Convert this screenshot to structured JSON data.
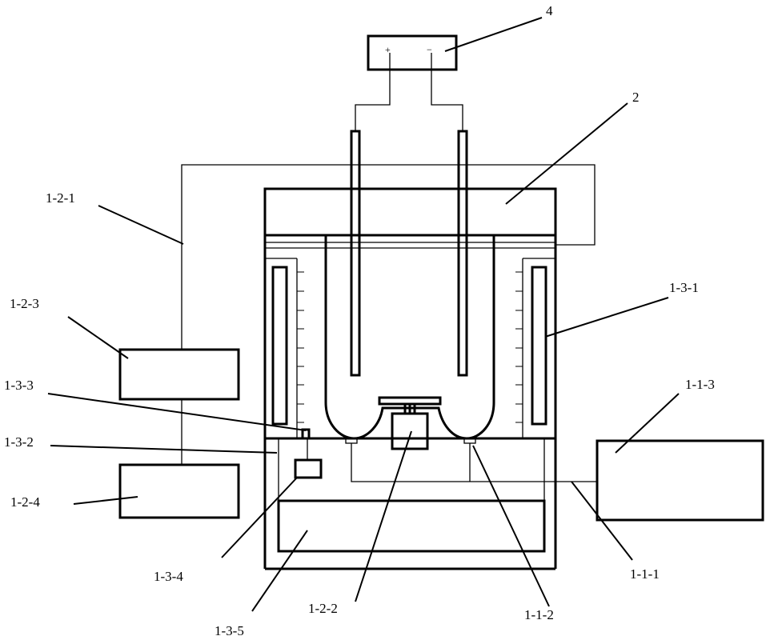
{
  "labels": {
    "l4": "4",
    "l2": "2",
    "l1_2_1": "1-2-1",
    "l1_2_3": "1-2-3",
    "l1_3_1": "1-3-1",
    "l1_3_3": "1-3-3",
    "l1_1_3": "1-1-3",
    "l1_3_2": "1-3-2",
    "l1_2_4": "1-2-4",
    "l1_3_4": "1-3-4",
    "l1_1_1": "1-1-1",
    "l1_2_2": "1-2-2",
    "l1_1_2": "1-1-2",
    "l1_3_5": "1-3-5"
  },
  "power_supply": {
    "plus": "+",
    "minus": "−"
  }
}
